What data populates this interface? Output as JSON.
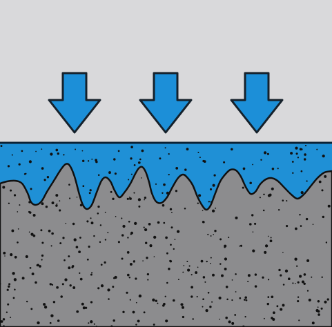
{
  "diagram": {
    "arrow_count": 3,
    "arrow_icon": "down-arrow-icon",
    "layers": [
      {
        "name": "air",
        "role": "background"
      },
      {
        "name": "coating",
        "role": "liquid-layer"
      },
      {
        "name": "substrate",
        "role": "porous-surface"
      }
    ]
  },
  "colors": {
    "air": "#d9d9db",
    "coating": "#1f90d6",
    "coating_outline": "#0b2235",
    "arrow_fill": "#1c8fd8",
    "arrow_outline": "#15212b",
    "substrate": "#8c8c8e",
    "substrate_outline": "#111111",
    "speckle": "#111111"
  }
}
